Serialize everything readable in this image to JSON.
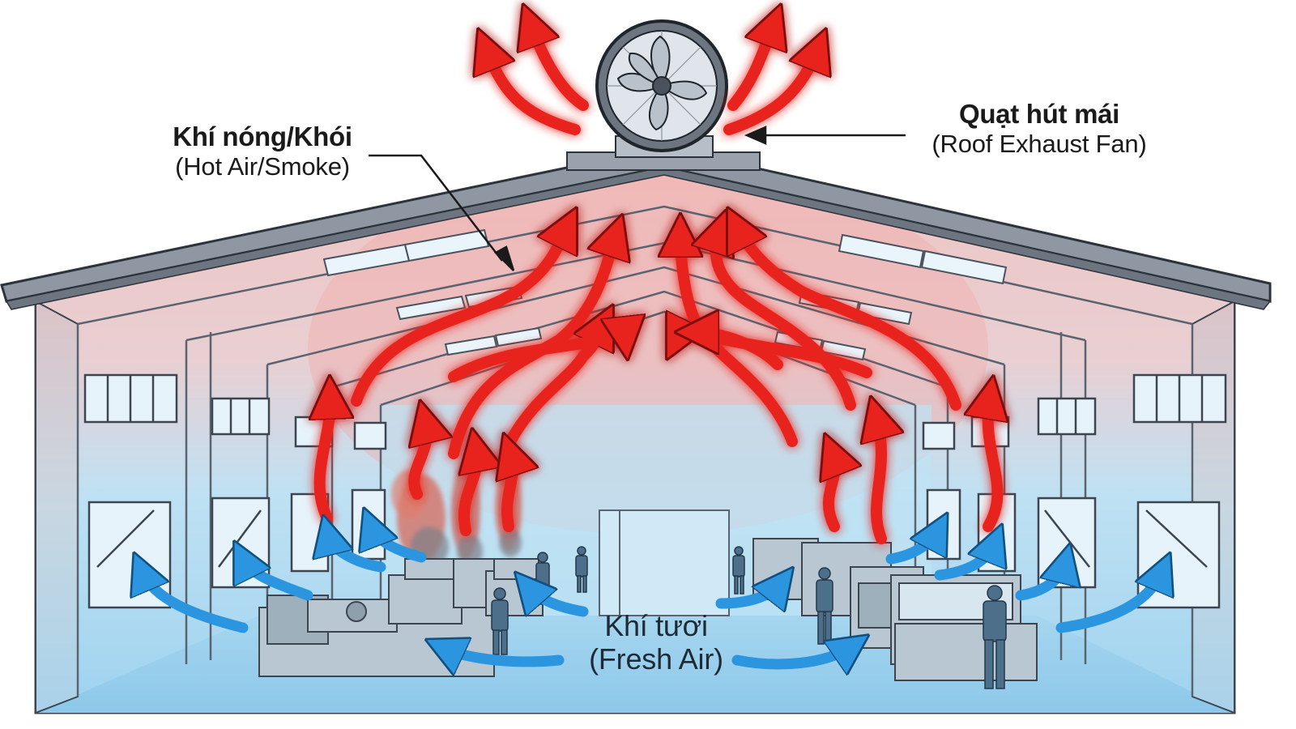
{
  "labels": {
    "hot_air": {
      "vi": "Khí nóng/Khói",
      "en": "(Hot Air/Smoke)"
    },
    "roof_fan": {
      "vi": "Quạt hút mái",
      "en": "(Roof Exhaust Fan)"
    },
    "fresh_air": {
      "vi": "Khí tươi",
      "en": "(Fresh Air)"
    }
  },
  "colors": {
    "hot_arrow": "#e8211d",
    "fresh_arrow": "#2b95df",
    "interior_top": "#f1c7c4",
    "interior_bottom": "#a9d9f2",
    "steel": "#5d6670"
  },
  "icons": {
    "fan": "roof-exhaust-fan-icon",
    "worker": "worker-icon",
    "machine": "machine-icon"
  }
}
